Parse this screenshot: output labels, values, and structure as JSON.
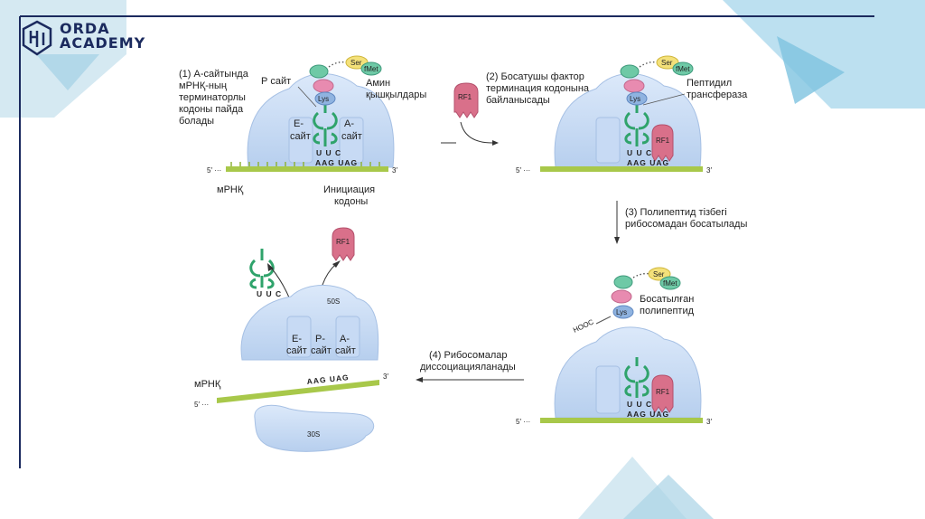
{
  "brand": {
    "line1": "ORDA",
    "line2": "ACADEMY",
    "color": "#1b2a5e"
  },
  "colors": {
    "ribosome": "#c9dcf5",
    "mrna": "#a8c84a",
    "trna": "#2fa36b",
    "rf1": "#d9708a",
    "ser": "#f4e17a",
    "fmet": "#6ec9a6",
    "lys": "#8fb3e0",
    "accent_bg": "#9fd3ea"
  },
  "step1": {
    "text": [
      "(1) А-сайтында",
      "мРНҚ-ның",
      "терминаторлы",
      "кодоны пайда",
      "болады"
    ],
    "p_site": "Р сайт",
    "e_site": [
      "Е-",
      "сайт"
    ],
    "a_site": [
      "А-",
      "сайт"
    ],
    "amino_acids": [
      "Амин",
      "қышқылдары"
    ],
    "mrna": "мРНҚ",
    "initiation": [
      "Инициация",
      "кодоны"
    ]
  },
  "step2": {
    "text": [
      "(2) Босатушы фактор",
      "терминация кодонына",
      "байланысады"
    ],
    "peptidyl": [
      "Пептидил",
      "трансфераза"
    ]
  },
  "step3": {
    "text": [
      "(3) Полипептид тізбегі",
      "рибосомадан босатылады"
    ],
    "released": [
      "Босатылған",
      "полипептид"
    ],
    "hooc": "HOOC"
  },
  "step4": {
    "text": [
      "(4) Рибосомалар",
      "диссоциацияланады"
    ],
    "mrna": "мРНҚ",
    "e_site": [
      "Е-",
      "сайт"
    ],
    "p_site": [
      "Р-",
      "сайт"
    ],
    "a_site": [
      "А-",
      "сайт"
    ],
    "large_subunit": "50S",
    "small_subunit": "30S"
  },
  "molecules": {
    "ser": "Ser",
    "fmet": "fMet",
    "lys": "Lys",
    "rf1": "RF1",
    "anticodon": "U U C",
    "codons": "AAG UAG",
    "five_prime": "5′ ···",
    "three_prime": "3′"
  }
}
